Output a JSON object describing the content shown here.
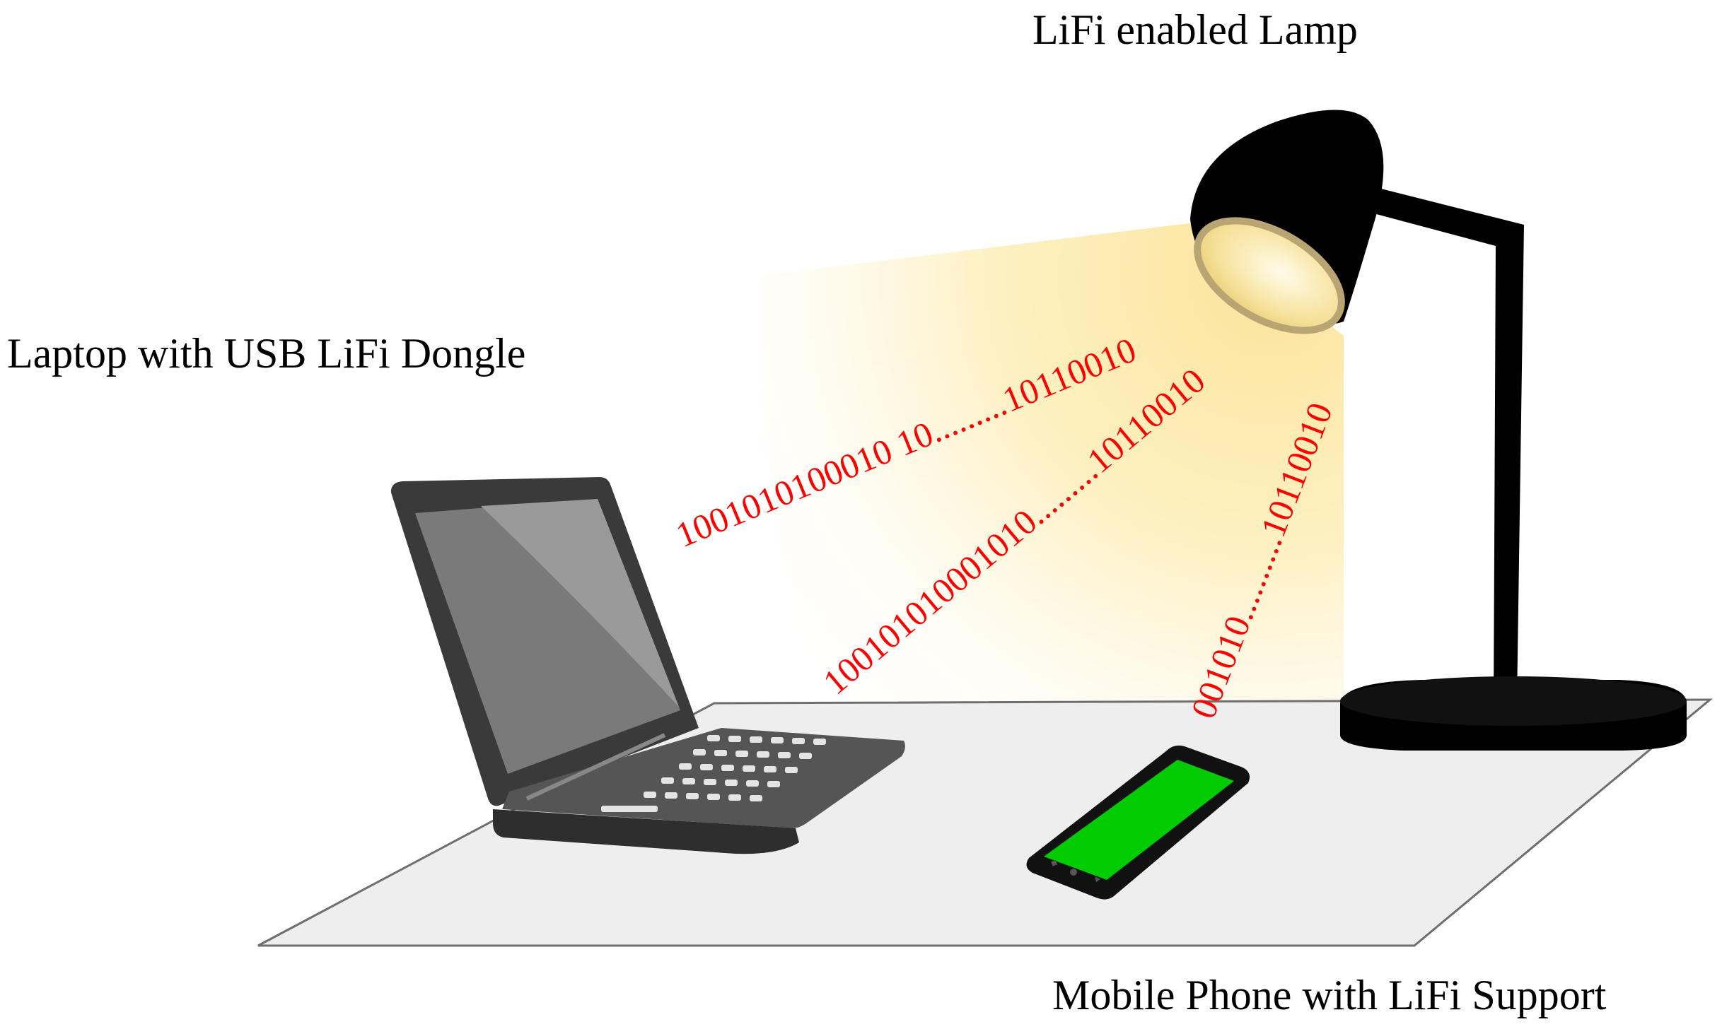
{
  "labels": {
    "lamp": "LiFi enabled Lamp",
    "laptop": "Laptop with USB LiFi Dongle",
    "phone": "Mobile Phone with LiFi Support"
  },
  "streams": {
    "laptop": "1001010100010 10.........10110010",
    "middle": "100101010001010.........10110010",
    "phone": "001010..........10110010"
  },
  "colors": {
    "bits": "#ff0000",
    "light": "#fde9a6",
    "desk": "#eeeeee",
    "phone_screen": "#00cc00",
    "lamp": "#000000",
    "laptop_body": "#3c3c3c",
    "laptop_screen": "#7a7a7a"
  }
}
